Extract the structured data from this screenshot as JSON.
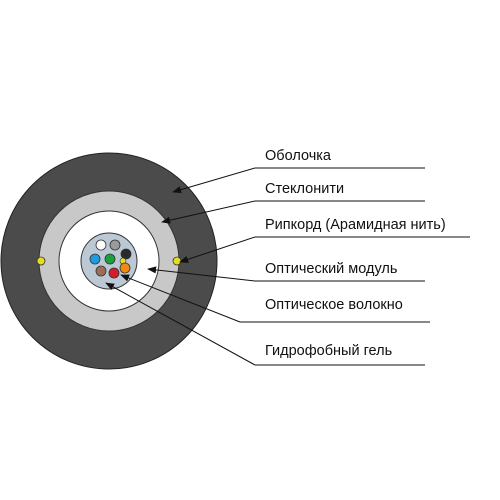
{
  "labels": {
    "sheath": "Оболочка",
    "glass_yarn": "Стеклонити",
    "ripcord": "Рипкорд (Арамидная нить)",
    "optical_module": "Оптический модуль",
    "optical_fiber": "Оптическое волокно",
    "hydrophobic_gel": "Гидрофобный гель"
  },
  "colors": {
    "outer_sheath": "#4b4b4b",
    "glass_yarn_layer": "#c8c8c8",
    "inner_gap": "#ffffff",
    "module_tube": "#bcc8d4",
    "ripcord": "#e4dc20",
    "leader_line": "#111111",
    "fibers": [
      "#ffffff",
      "#9a9a9a",
      "#2a2a2a",
      "#1f9be0",
      "#19a13c",
      "#e4dc20",
      "#9b6f57",
      "#d21e2a",
      "#f08a14"
    ]
  }
}
